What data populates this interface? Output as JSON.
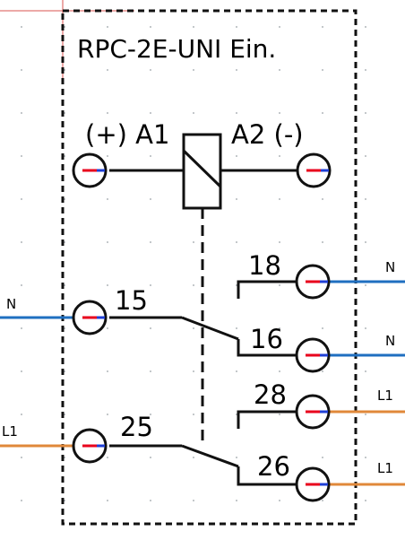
{
  "title": "RPC-2E-UNI Ein.",
  "coil": {
    "a1_label": "(+) A1",
    "a2_label": "A2 (-)"
  },
  "contacts": {
    "c18": "18",
    "c15": "15",
    "c16": "16",
    "c28": "28",
    "c25": "25",
    "c26": "26"
  },
  "wires": {
    "n_left": "N",
    "l1_left": "L1",
    "n_right_18": "N",
    "n_right_16": "N",
    "l1_right_28": "L1",
    "l1_right_26": "L1"
  },
  "colors": {
    "neutral_wire": "#1f6fc0",
    "phase_wire": "#e0883a",
    "terminal_mark_red": "#e8001c",
    "terminal_mark_blue": "#1f3fd6",
    "reference_line": "#d9534f",
    "grid_dot": "#9aa0a6"
  }
}
